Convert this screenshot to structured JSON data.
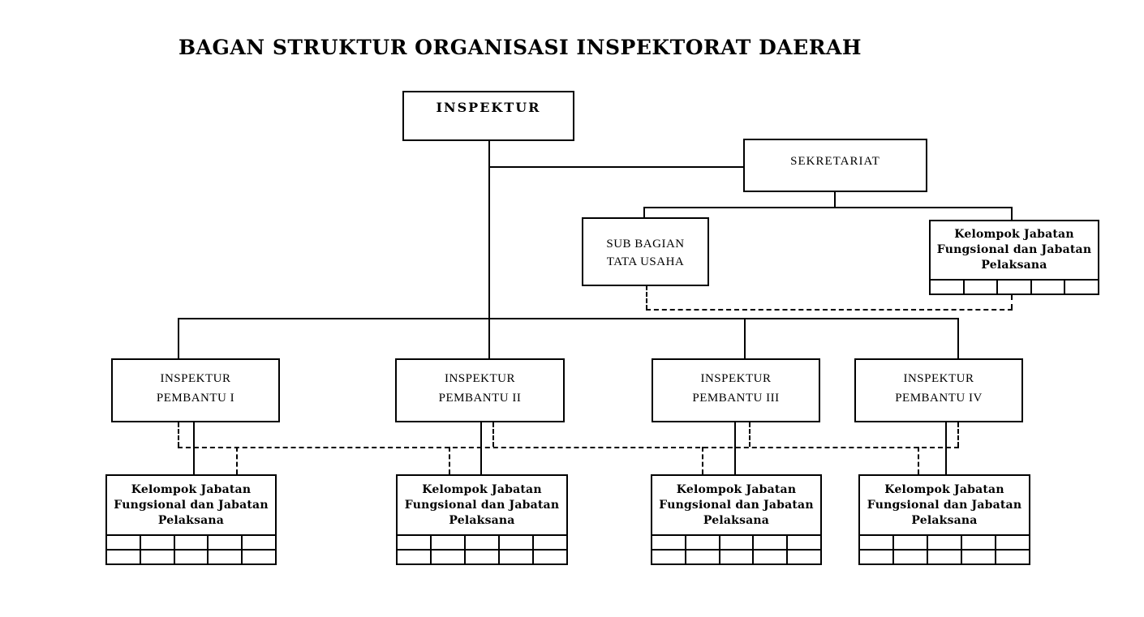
{
  "title": "BAGAN STRUKTUR ORGANISASI INSPEKTORAT DAERAH",
  "colors": {
    "line": "#000000",
    "background": "#ffffff",
    "text": "#000000"
  },
  "nodes": {
    "inspektur": {
      "label": "INSPEKTUR"
    },
    "sekretariat": {
      "label": "SEKRETARIAT"
    },
    "sub_bagian_tata_usaha": {
      "line1": "SUB BAGIAN",
      "line2": "TATA USAHA"
    },
    "kelompok_jabatan": {
      "line1": "Kelompok Jabatan",
      "line2": "Fungsional dan Jabatan",
      "line3": "Pelaksana"
    },
    "inspektur_pembantu_1": {
      "line1": "INSPEKTUR",
      "line2": "PEMBANTU I"
    },
    "inspektur_pembantu_2": {
      "line1": "INSPEKTUR",
      "line2": "PEMBANTU II"
    },
    "inspektur_pembantu_3": {
      "line1": "INSPEKTUR",
      "line2": "PEMBANTU III"
    },
    "inspektur_pembantu_4": {
      "line1": "INSPEKTUR",
      "line2": "PEMBANTU IV"
    }
  },
  "slot_tables": {
    "columns": 5,
    "sekretariat_rows": 1,
    "pembantu_rows": 2
  }
}
